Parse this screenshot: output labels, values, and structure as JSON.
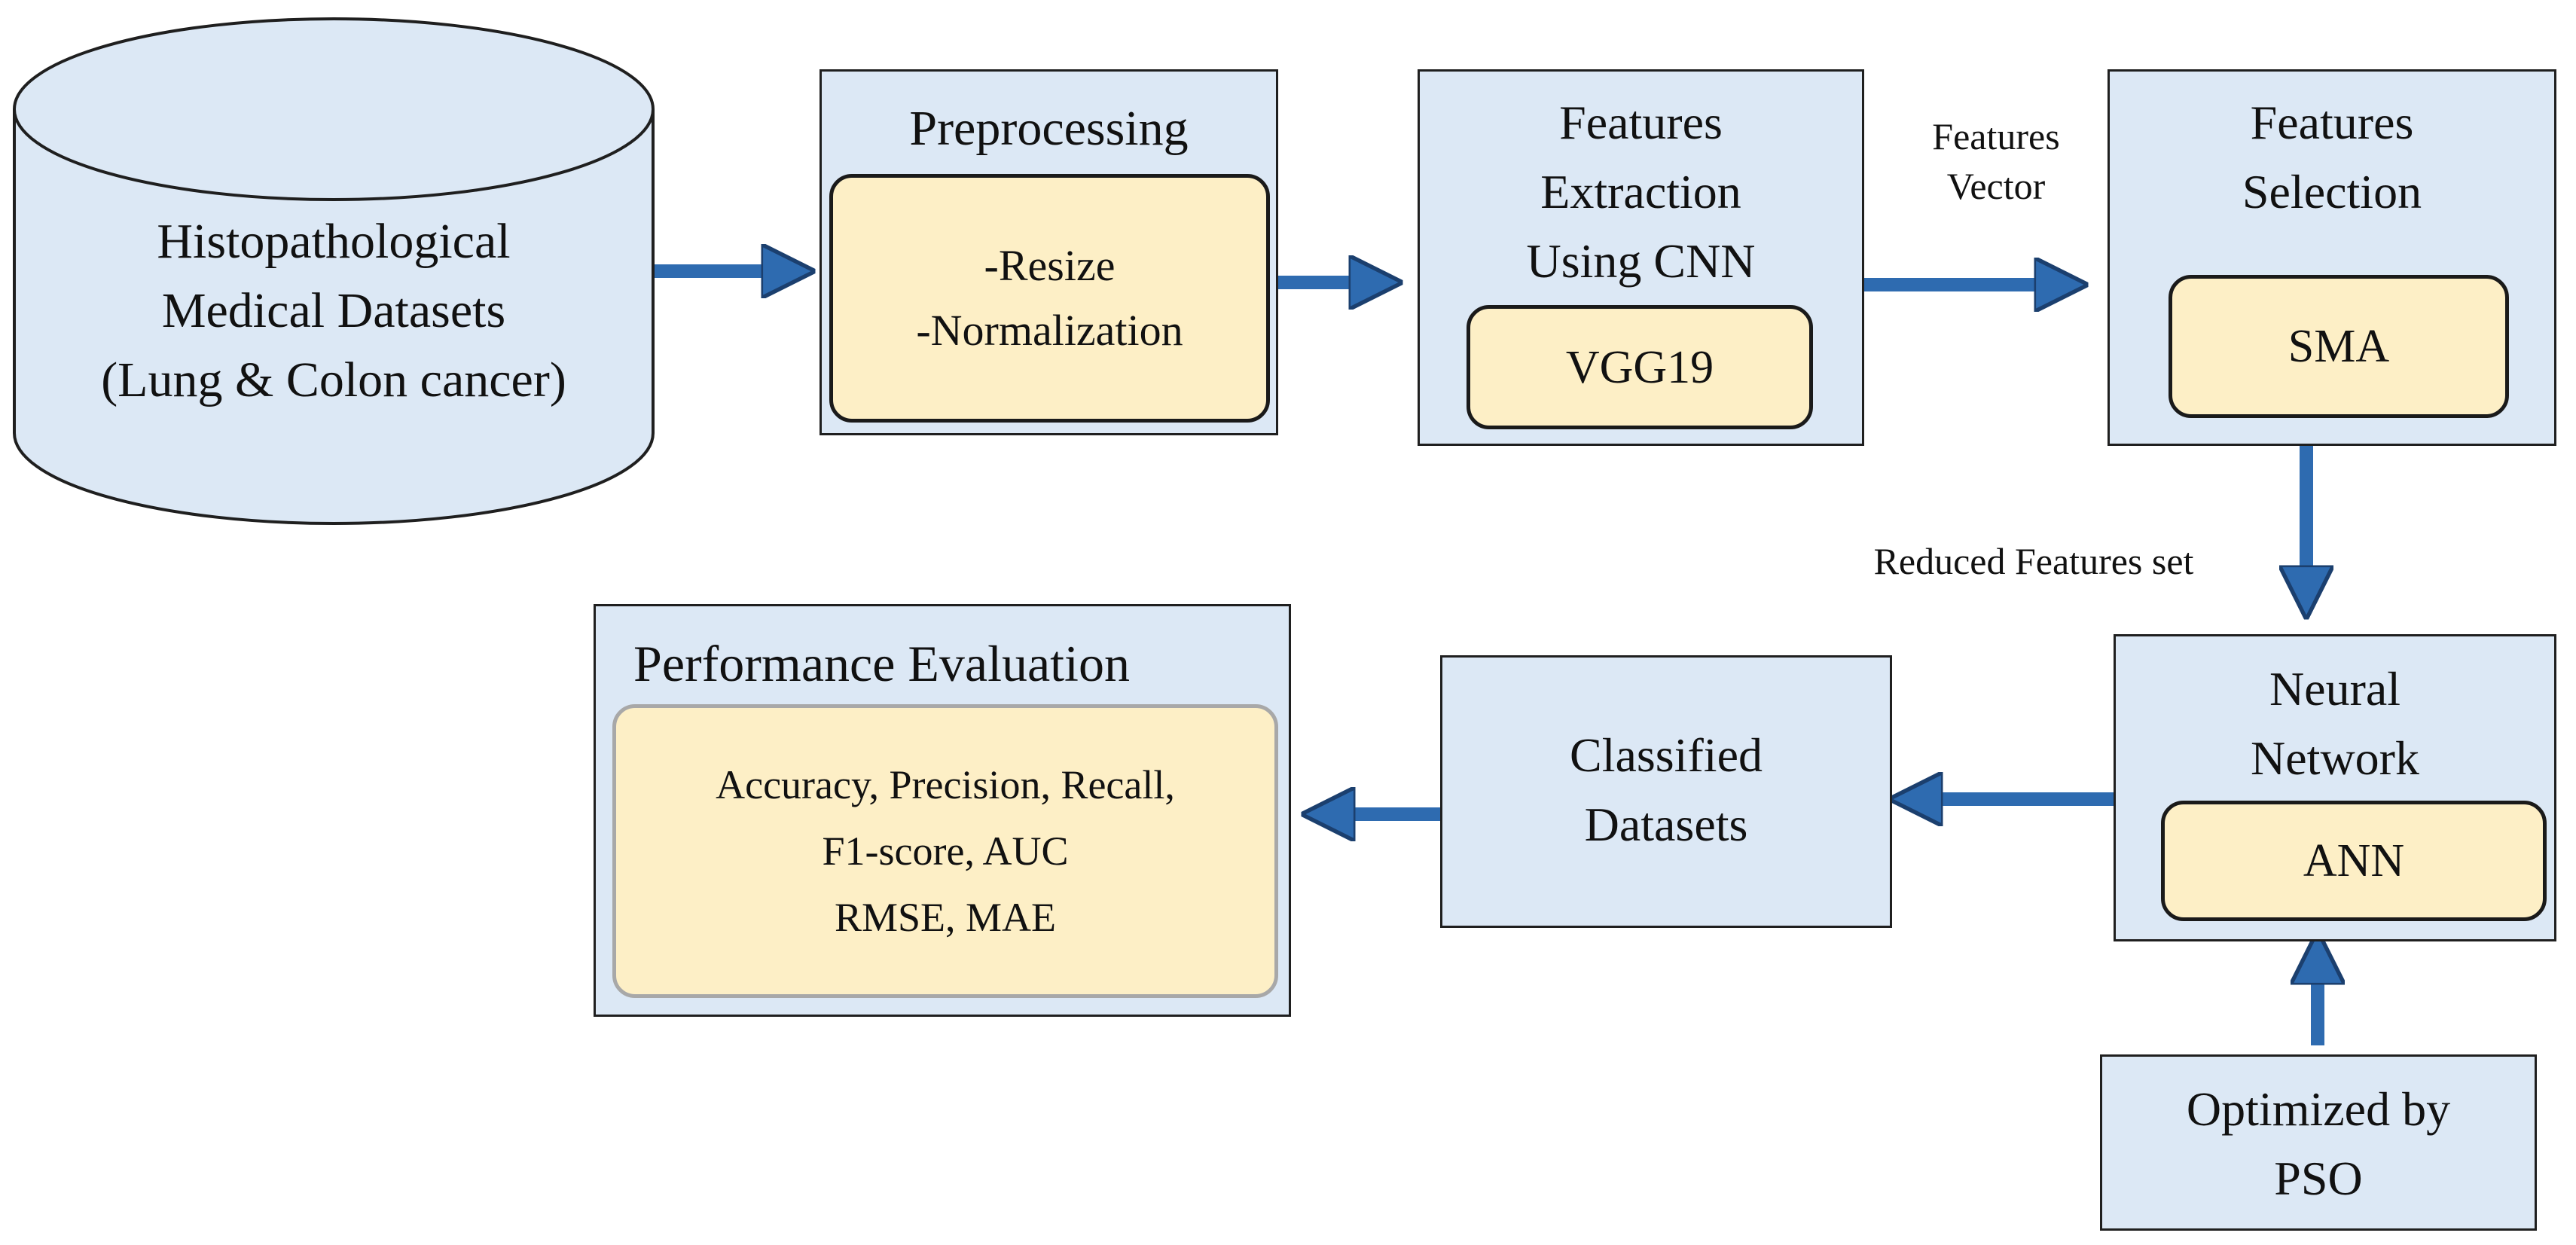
{
  "dataset": {
    "lines": [
      "Histopathological",
      "Medical Datasets",
      "(Lung & Colon cancer)"
    ]
  },
  "preprocessing": {
    "title": "Preprocessing",
    "steps": [
      "-Resize",
      "-Normalization"
    ]
  },
  "feature_extraction": {
    "title_lines": [
      "Features",
      "Extraction",
      "Using CNN"
    ],
    "model": "VGG19"
  },
  "feature_selection": {
    "title_lines": [
      "Features",
      "Selection"
    ],
    "method": "SMA"
  },
  "neural_network": {
    "title_lines": [
      "Neural",
      "Network"
    ],
    "model": "ANN"
  },
  "optimizer": {
    "lines": [
      "Optimized by",
      "PSO"
    ]
  },
  "classified": {
    "lines": [
      "Classified",
      "Datasets"
    ]
  },
  "evaluation": {
    "title": "Performance Evaluation",
    "metrics_lines": [
      "Accuracy, Precision, Recall,",
      "F1-score, AUC",
      "RMSE, MAE"
    ]
  },
  "edge_labels": {
    "features_vector": [
      "Features",
      "Vector"
    ],
    "reduced_features": "Reduced Features set"
  },
  "colors": {
    "box_fill": "#dce8f5",
    "inner_fill": "#fdefc6",
    "arrow": "#2e6bb0"
  }
}
